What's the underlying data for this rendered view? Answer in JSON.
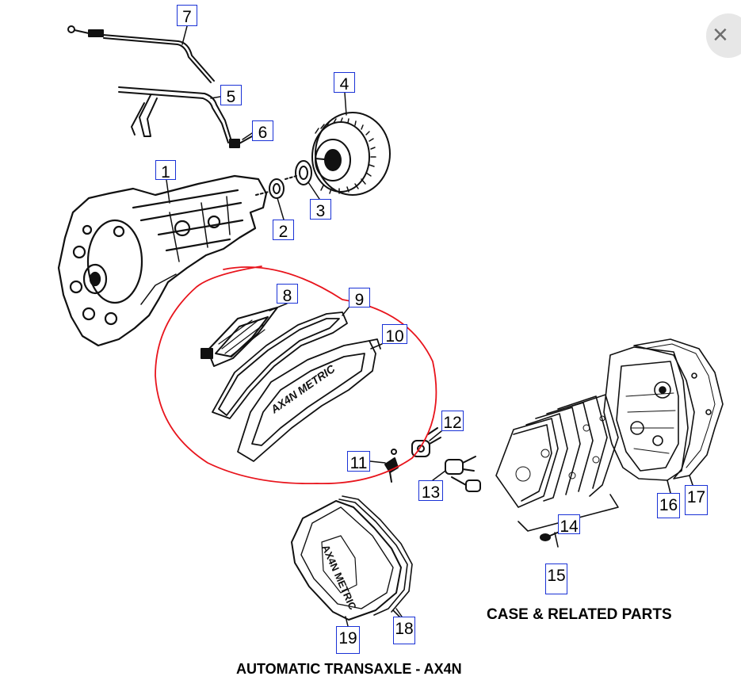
{
  "captions": {
    "case_parts": "CASE & RELATED PARTS",
    "title": "AUTOMATIC TRANSAXLE - AX4N"
  },
  "part_labels": {
    "p1": "1",
    "p2": "2",
    "p3": "3",
    "p4": "4",
    "p5": "5",
    "p6": "6",
    "p7": "7",
    "p8": "8",
    "p9": "9",
    "p10": "10",
    "p11": "11",
    "p12": "12",
    "p13": "13",
    "p14": "14",
    "p15": "15",
    "p16": "16",
    "p17": "17",
    "p18": "18",
    "p19": "19"
  },
  "pan_embossing": {
    "pan_10": "AX4N METRIC",
    "pan_19": "AX4N METRIC"
  },
  "close_icon": "×",
  "colors": {
    "callout_border": "#1a32d6",
    "highlight_circle": "#e8141c",
    "line_art": "#111111"
  }
}
